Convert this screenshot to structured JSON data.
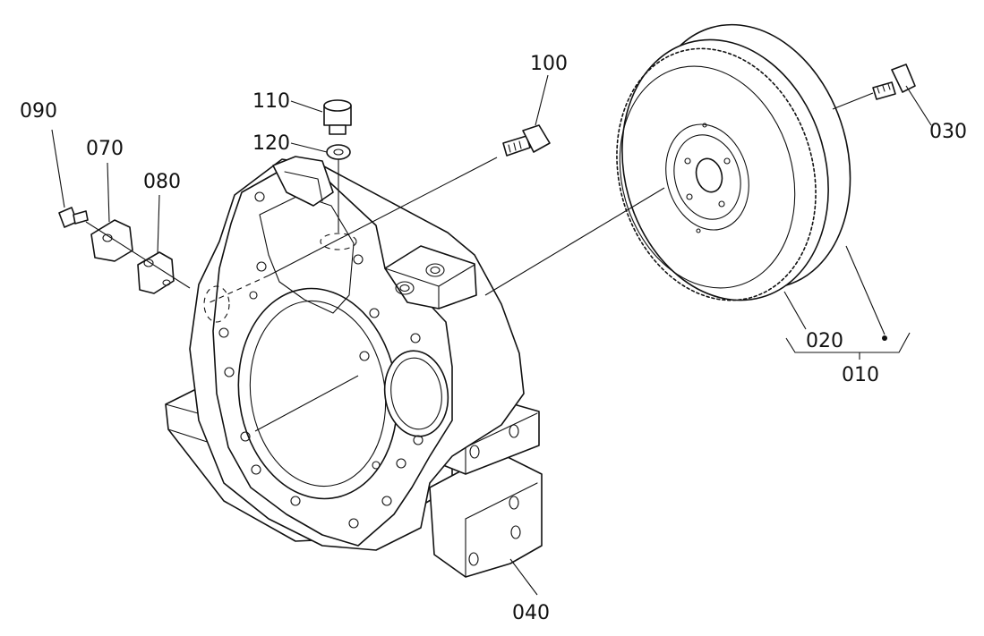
{
  "diagram": {
    "labels": {
      "p010": "010",
      "p020": "020",
      "p030": "030",
      "p040": "040",
      "p070": "070",
      "p080": "080",
      "p090": "090",
      "p100": "100",
      "p110": "110",
      "p120": "120"
    },
    "colors": {
      "ink": "#111111",
      "background": "#ffffff"
    }
  }
}
